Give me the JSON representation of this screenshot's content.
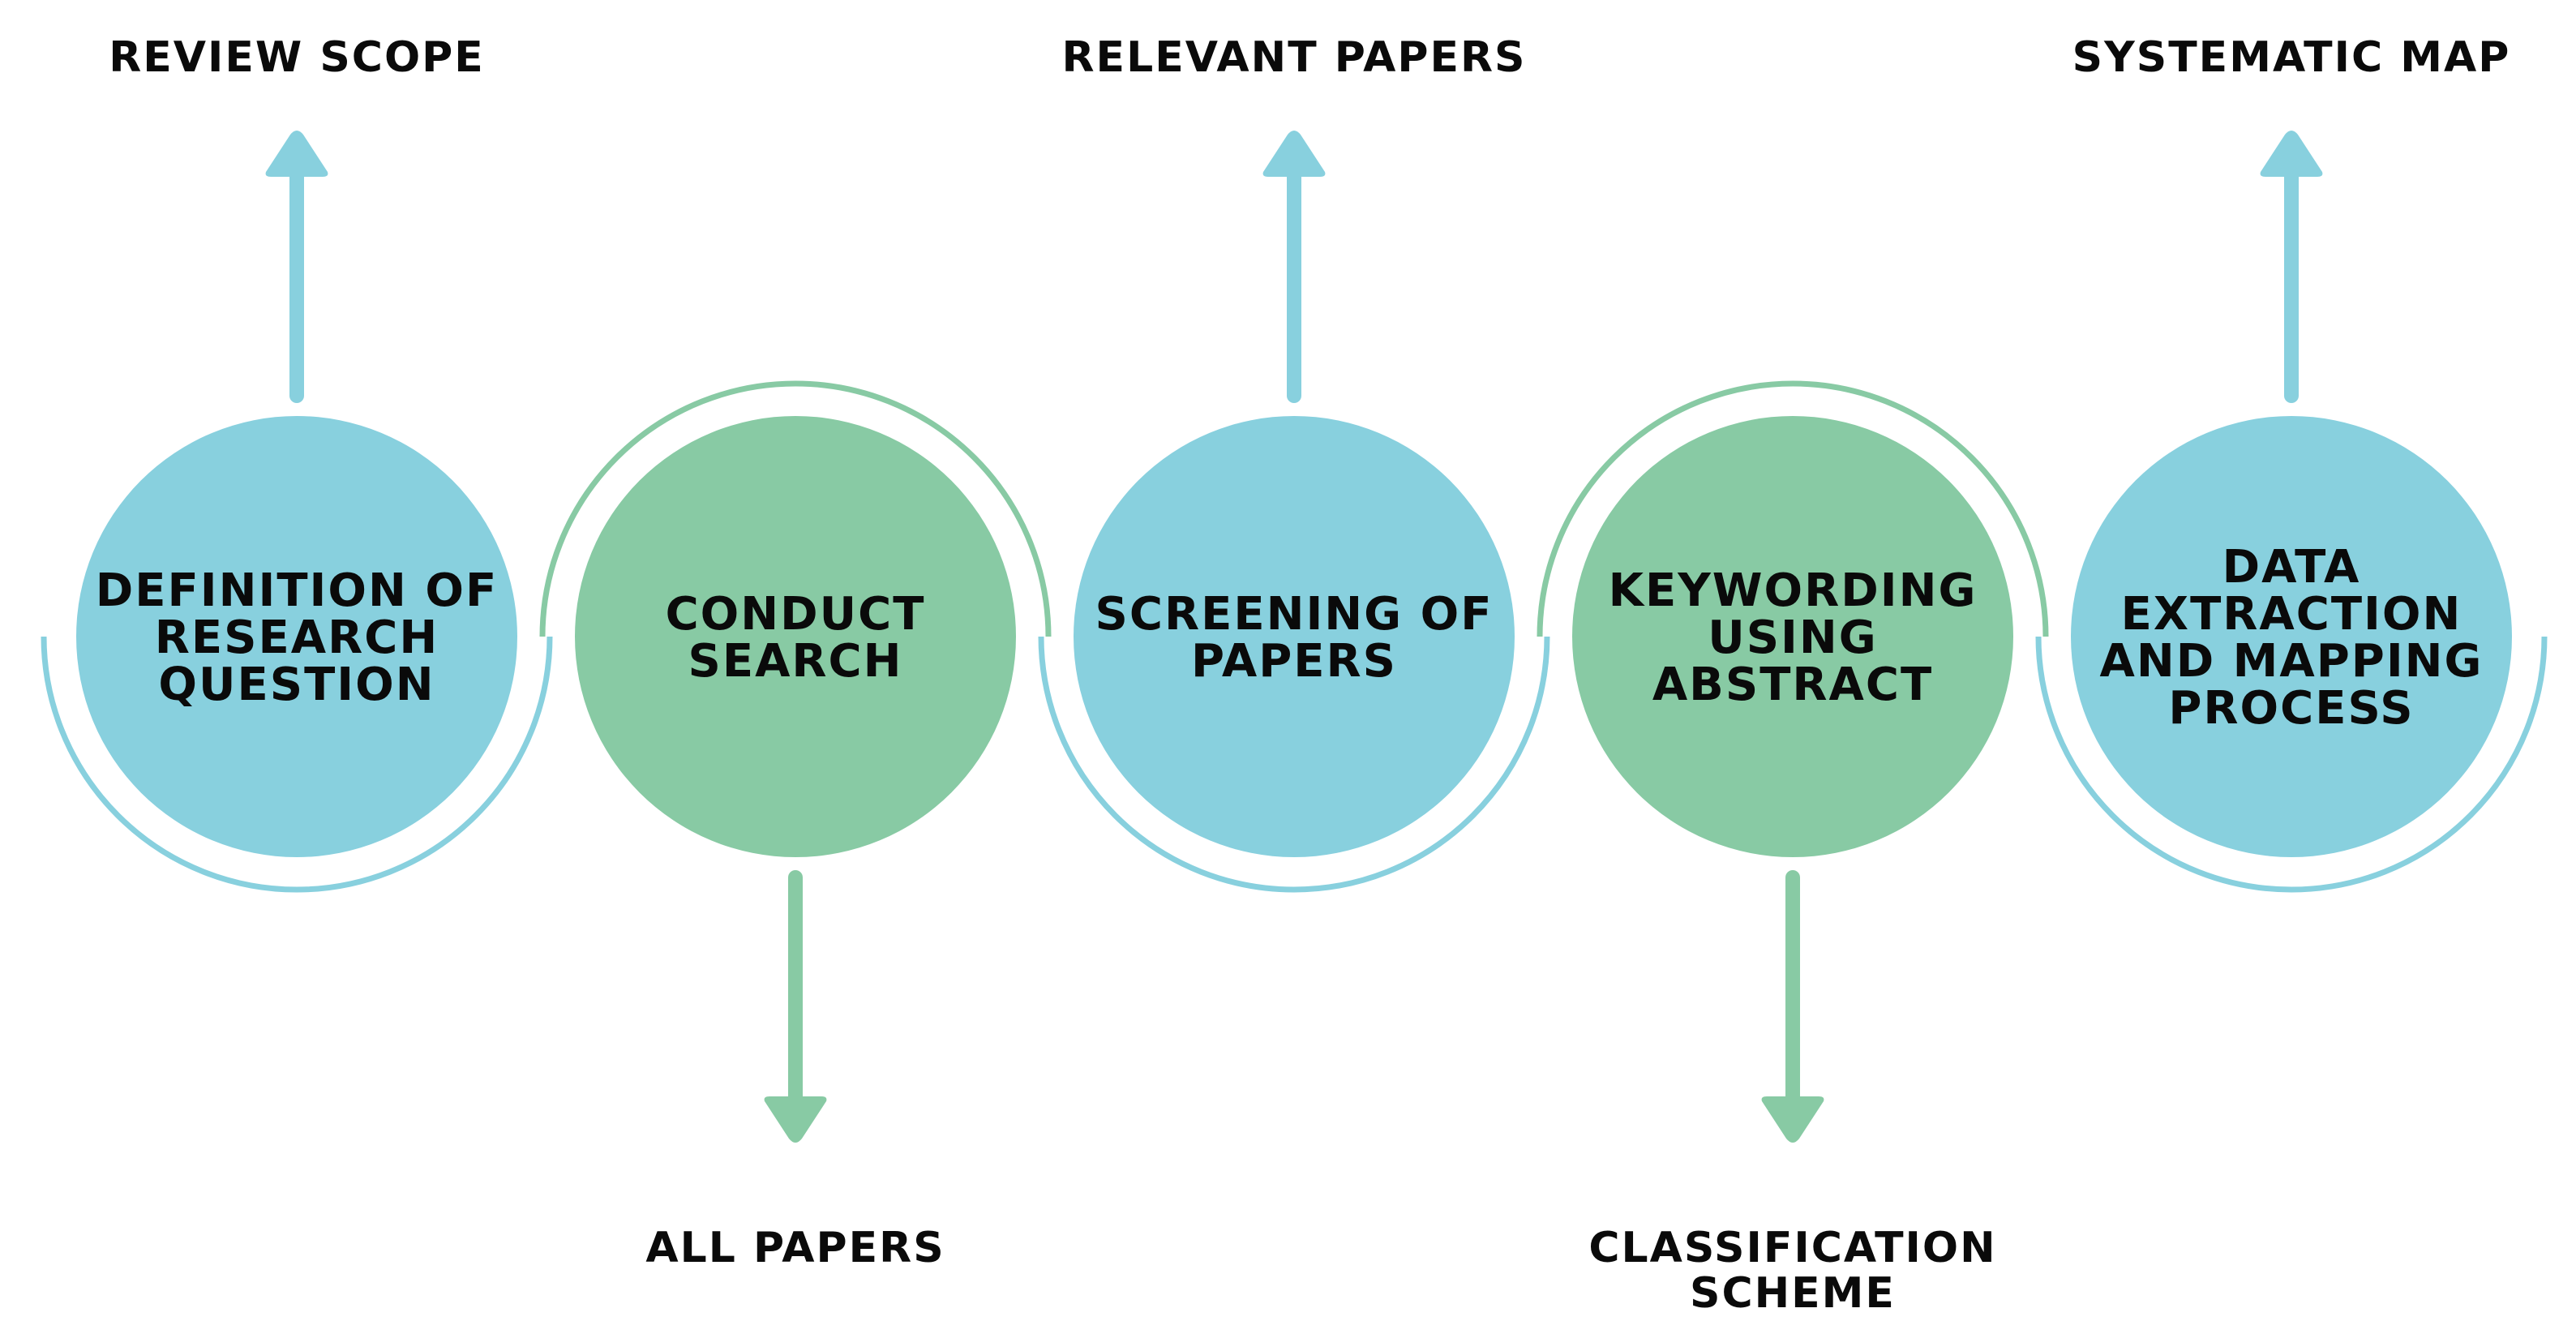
{
  "colors": {
    "blue": "#88d0de",
    "green": "#88caa4",
    "text": "#0a0a0a",
    "background": "#ffffff"
  },
  "steps": [
    {
      "lines": [
        "DEFINITION OF",
        "RESEARCH",
        "QUESTION"
      ],
      "color": "blue",
      "output": [
        "REVIEW SCOPE"
      ],
      "output_side": "top"
    },
    {
      "lines": [
        "CONDUCT",
        "SEARCH"
      ],
      "color": "green",
      "output": [
        "ALL PAPERS"
      ],
      "output_side": "bottom"
    },
    {
      "lines": [
        "SCREENING OF",
        "PAPERS"
      ],
      "color": "blue",
      "output": [
        "RELEVANT PAPERS"
      ],
      "output_side": "top"
    },
    {
      "lines": [
        "KEYWORDING",
        "USING",
        "ABSTRACT"
      ],
      "color": "green",
      "output": [
        "CLASSIFICATION",
        "SCHEME"
      ],
      "output_side": "bottom"
    },
    {
      "lines": [
        "DATA",
        "EXTRACTION",
        "AND MAPPING",
        "PROCESS"
      ],
      "color": "blue",
      "output": [
        "SYSTEMATIC MAP"
      ],
      "output_side": "top"
    }
  ]
}
